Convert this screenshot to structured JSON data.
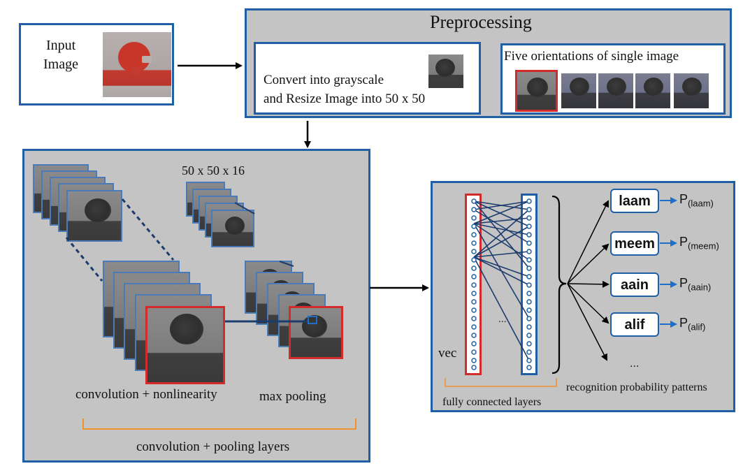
{
  "input": {
    "label_line1": "Input",
    "label_line2": "Image"
  },
  "preprocessing": {
    "title": "Preprocessing",
    "convert_line1": "Convert into grayscale",
    "convert_line2": "and Resize Image into 50 x 50",
    "orientations_label": "Five orientations of single image"
  },
  "conv_panel": {
    "feature_maps_label": "50 x 50 x 16",
    "convolution_label": "convolution + nonlinearity",
    "pooling_label": "max pooling",
    "layers_label": "convolution + pooling layers"
  },
  "fc_panel": {
    "vec_label": "vec",
    "hidden_ellipsis": "...",
    "fc_label": "fully connected layers",
    "output_label": "recognition probability patterns",
    "more_ellipsis": "...",
    "classes": [
      {
        "name": "laam",
        "prob": "P",
        "prob_sub": "(laam)"
      },
      {
        "name": "meem",
        "prob": "P",
        "prob_sub": "(meem)"
      },
      {
        "name": "aain",
        "prob": "P",
        "prob_sub": "(aain)"
      },
      {
        "name": "alif",
        "prob": "P",
        "prob_sub": "(alif)"
      }
    ]
  },
  "colors": {
    "panel_border": "#1f5fa6",
    "panel_fill": "#c4c4c4",
    "highlight_red": "#d32a2a",
    "bracket_orange": "#f0922b",
    "arrow_blue": "#1f6fc8"
  }
}
